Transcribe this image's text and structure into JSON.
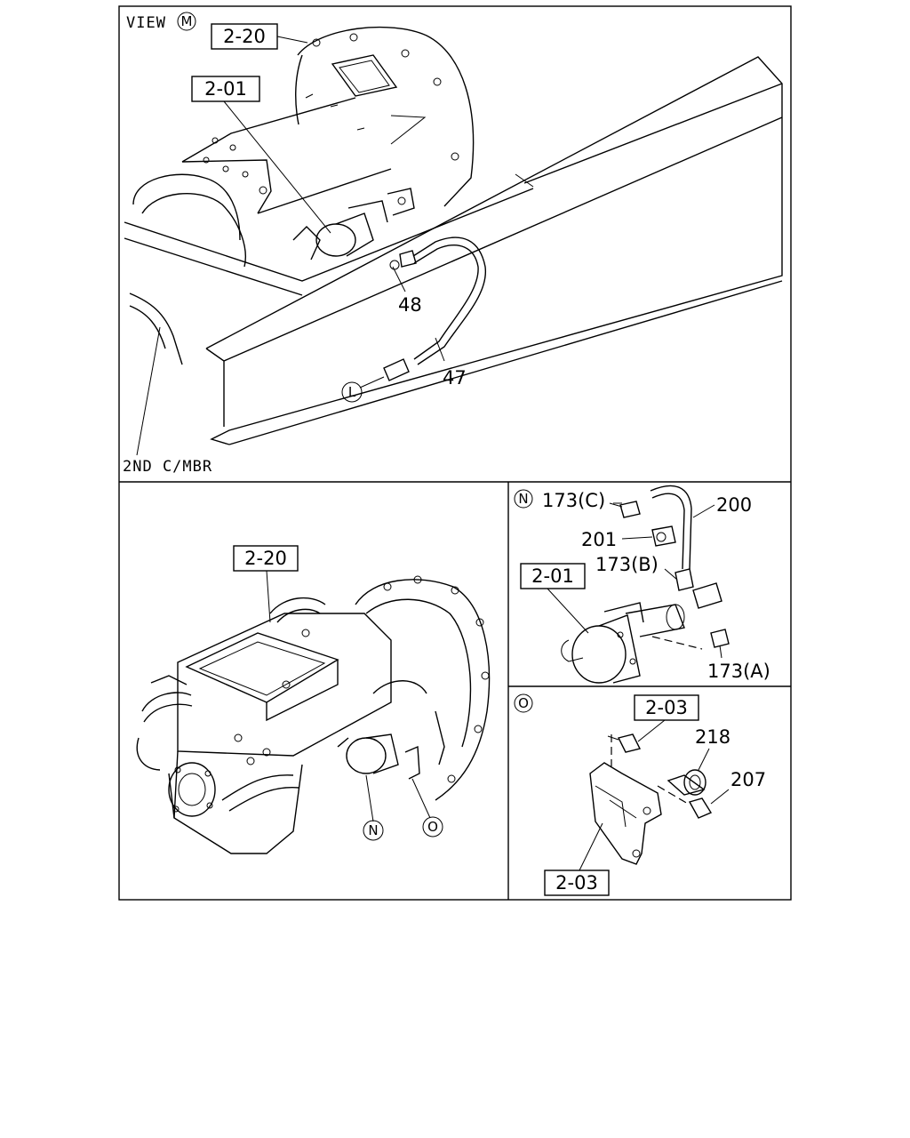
{
  "view_m": {
    "heading": "VIEW",
    "heading_marker": "M",
    "ref_2_20": "2-20",
    "ref_2_01": "2-01",
    "callout_48": "48",
    "callout_47": "47",
    "marker_l": "L",
    "member_label": "2ND C/MBR"
  },
  "assembly": {
    "ref_2_20": "2-20",
    "marker_n": "N",
    "marker_o": "O"
  },
  "detail_n": {
    "marker": "N",
    "callout_173c": "173(C)",
    "callout_200": "200",
    "callout_201": "201",
    "callout_173b": "173(B)",
    "ref_2_01": "2-01",
    "callout_173a": "173(A)"
  },
  "detail_o": {
    "marker": "O",
    "ref_2_03_top": "2-03",
    "callout_218": "218",
    "callout_207": "207",
    "ref_2_03_bottom": "2-03"
  }
}
